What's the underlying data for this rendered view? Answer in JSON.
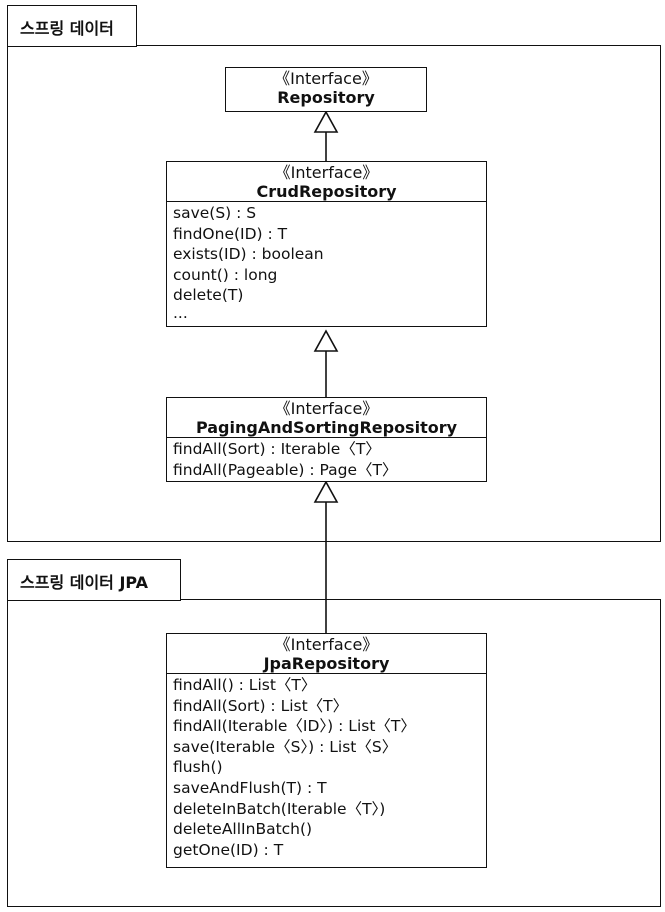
{
  "packages": {
    "spring_data": {
      "label": "스프링 데이터"
    },
    "spring_data_jpa": {
      "label": "스프링 데이터 JPA"
    }
  },
  "classes": {
    "repository": {
      "stereotype": "《Interface》",
      "name": "Repository",
      "operations": []
    },
    "crud": {
      "stereotype": "《Interface》",
      "name": "CrudRepository",
      "operations": [
        "save(S) : S",
        "findOne(ID) : T",
        "exists(ID) : boolean",
        "count() : long",
        "delete(T)",
        "..."
      ]
    },
    "paging": {
      "stereotype": "《Interface》",
      "name": "PagingAndSortingRepository",
      "operations": [
        "findAll(Sort) : Iterable〈T〉",
        "findAll(Pageable) : Page〈T〉"
      ]
    },
    "jpa": {
      "stereotype": "《Interface》",
      "name": "JpaRepository",
      "operations": [
        "findAll() : List〈T〉",
        "findAll(Sort) : List〈T〉",
        "findAll(Iterable〈ID〉) : List〈T〉",
        "save(Iterable〈S〉) : List〈S〉",
        "flush()",
        "saveAndFlush(T) : T",
        "deleteInBatch(Iterable〈T〉)",
        "deleteAllInBatch()",
        "getOne(ID) : T"
      ]
    }
  }
}
